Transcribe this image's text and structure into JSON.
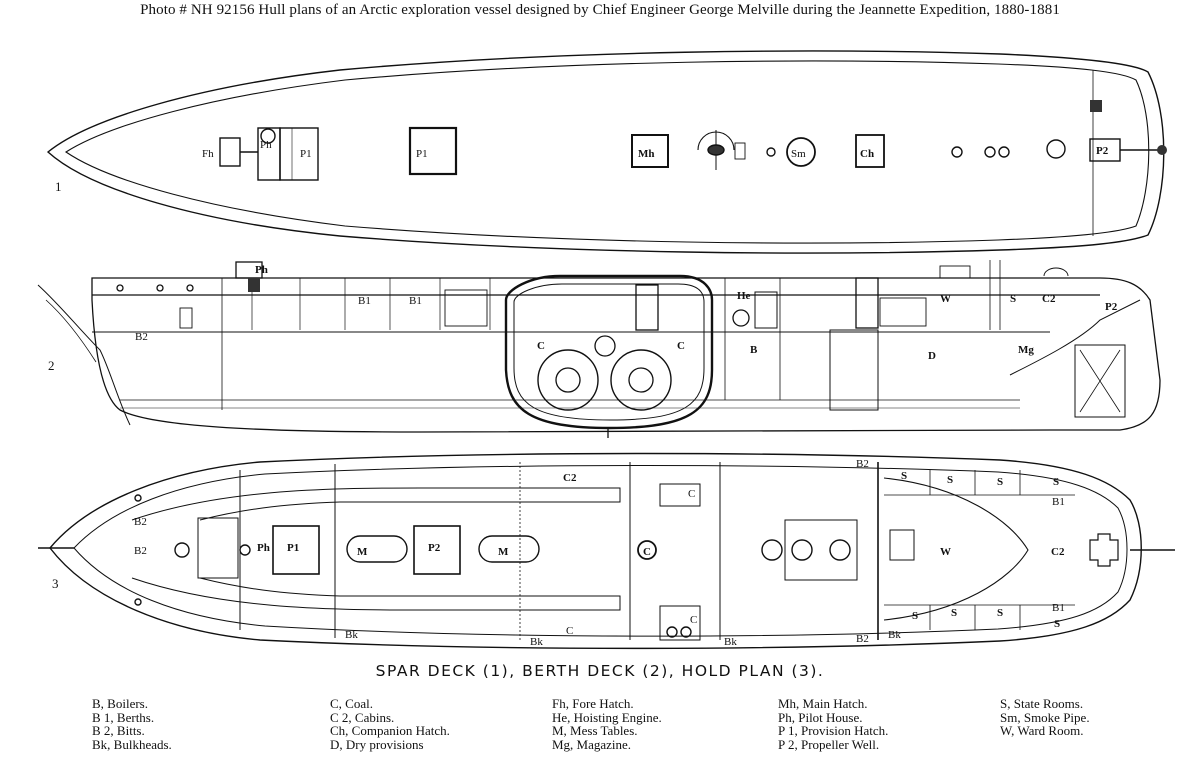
{
  "header": "Photo #  NH 92156    Hull plans of an Arctic exploration vessel designed by Chief Engineer George Melville during the Jeannette Expedition, 1880-1881",
  "plan_title": "SPAR DECK (1), BERTH DECK (2), HOLD PLAN (3).",
  "plan_numbers": [
    "1",
    "2",
    "3"
  ],
  "spar_deck_labels": {
    "fh": "Fh",
    "ph": "Ph",
    "p1a": "P1",
    "p1b": "P1",
    "mh": "Mh",
    "sm": "Sm",
    "ch": "Ch",
    "p2": "P2"
  },
  "berth_deck_labels": {
    "ph": "Ph",
    "b2": "B2",
    "b1a": "B1",
    "b1b": "B1",
    "c_left": "C",
    "c_right": "C",
    "he": "He",
    "b": "B",
    "w": "W",
    "s": "S",
    "c2": "C2",
    "p2": "P2",
    "d": "D",
    "mg": "Mg"
  },
  "hold_plan_labels": {
    "b2a": "B2",
    "b2b": "B2",
    "ph": "Ph",
    "p1": "P1",
    "m1": "M",
    "p2": "P2",
    "m2": "M",
    "c_center": "C",
    "c2_top": "C2",
    "c_top": "C",
    "c_bottom1": "C",
    "c_bottom2": "C",
    "bk1": "Bk",
    "bk2": "Bk",
    "bk3": "Bk",
    "bk4": "Bk",
    "b2_top": "B2",
    "b2_bottom": "B2",
    "s1": "S",
    "s2": "S",
    "s3": "S",
    "s4": "S",
    "s5": "S",
    "s6": "S",
    "s7": "S",
    "s8": "S",
    "b1_top": "B1",
    "b1_bottom": "B1",
    "w": "W",
    "c2": "C2"
  },
  "legend": [
    [
      "B, Boilers.",
      "B 1, Berths.",
      "B 2, Bitts.",
      "Bk, Bulkheads."
    ],
    [
      "C, Coal.",
      "C 2, Cabins.",
      "Ch, Companion Hatch.",
      "D, Dry provisions"
    ],
    [
      "Fh, Fore Hatch.",
      "He, Hoisting Engine.",
      "M, Mess Tables.",
      "Mg, Magazine."
    ],
    [
      "Mh, Main Hatch.",
      "Ph, Pilot House.",
      "P 1, Provision Hatch.",
      "P 2, Propeller Well."
    ],
    [
      "S, State Rooms.",
      "Sm, Smoke Pipe.",
      "W, Ward Room."
    ]
  ]
}
